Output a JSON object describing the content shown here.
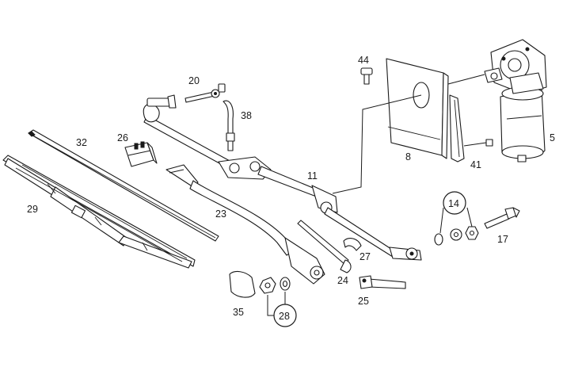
{
  "callouts": {
    "c44": "44",
    "c20": "20",
    "c38": "38",
    "c26": "26",
    "c32": "32",
    "c29": "29",
    "c11": "11",
    "c8": "8",
    "c41": "41",
    "c5": "5",
    "c23": "23",
    "c14": "14",
    "c17": "17",
    "c27": "27",
    "c24": "24",
    "c25": "25",
    "c35": "35",
    "c28": "28"
  }
}
